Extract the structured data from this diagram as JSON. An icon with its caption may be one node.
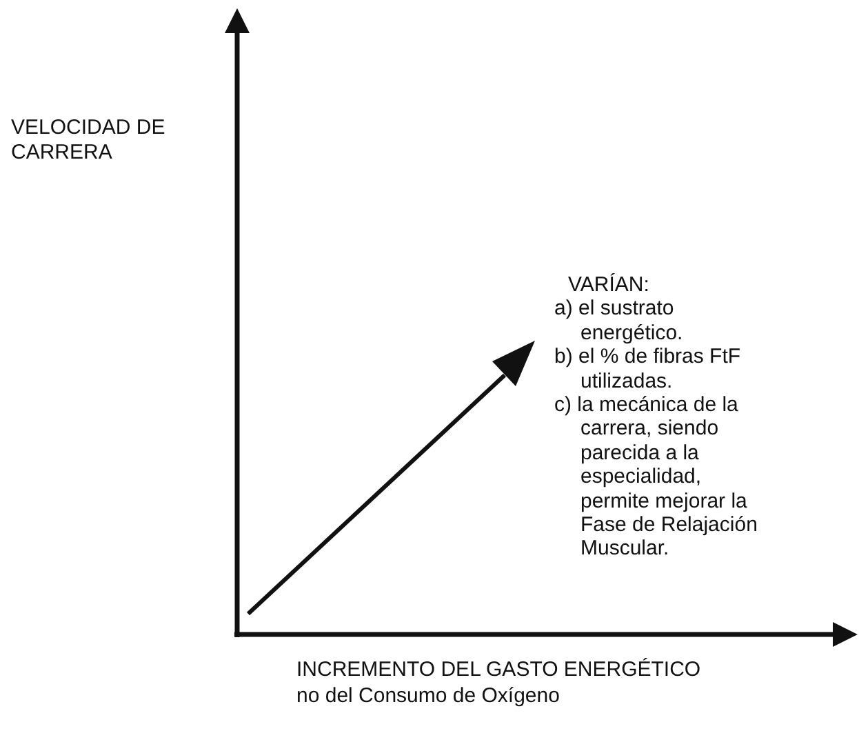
{
  "diagram": {
    "labels": [
      "VELOCIDAD DE CARRERA",
      "VARÍAN:",
      "a) el sustrato energético.",
      "b) el % de fibras FtF utilizadas.",
      "c) la mecánica de la carrera, siendo parecida a la especialidad, permite mejorar la Fase de Relajación Muscular.",
      "INCREMENTO DEL GASTO ENERGÉTICO",
      "no del Consumo de Oxígeno"
    ]
  }
}
